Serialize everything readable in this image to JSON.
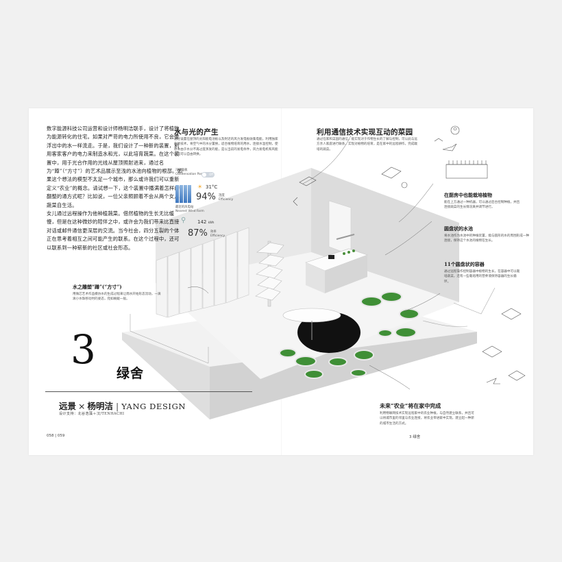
{
  "left_page": {
    "body_paragraphs": [
      "数字能源科技公司运营和设计师杨明洁联手，设计了将植物为能源转化的住宅。如果对严苛的电力所使用不良，它会像浮出中的水一样流走。于是，我们设计了一种新的装置，利用客家客户的电力来制造水和光，以此培育蔬菜。在这个装置中，用于光合作用的光线从屋顶照射进来，通过名为“蹲”（“方寸”）的艺术品展示至浅的水池向植物的根部。如果这个想法的模型不太足一个城市，那么或许我们可以重新定义“农业”的概念。请试想一下，这个装置中播满着怎样的翻整的通方式呢？比如说，一位父亲照顾着不会从两个女儿蔬菜自生活。",
      "女儿通过远程操作为他种植蔬菜。借然植物的生长无比缓慢，但是在这种微妙的陪伴之中，或许会为我们带来比直接对话或邮件通信更深层的交流。当今社会，四分五裂的个体正在思考着相互之间可能产生的联系。在这个过程中，还可以联系到一种崭新的社区或社会形态。"
    ],
    "water_light_title": "水与光的产生",
    "water_light_text": "通过设置在屋顶的太阳能电池板以及附近的风力发电板收集电能，利用独家的新技术，将空气中的水分置换，适合植物培育的用水，连接水温控制，使原本由于水分不再过度蒸发的能，是以当前的发电条件，风力发电机和风能发电可以自由转换。",
    "widget_condensation_label": "冷凝面板",
    "widget_condensation_en": "Condensation Panels",
    "toggle_label": "Off",
    "temperature": "31°C",
    "humidity_value": "94%",
    "humidity_label": "湿度",
    "humidity_en": "Efficiency",
    "wind_label": "最近的风电站",
    "wind_en": "Nearest Wind Farm",
    "power_value": "142",
    "power_unit": "kWh",
    "efficiency_value": "87%",
    "efficiency_label": "效率",
    "efficiency_en": "Efficiency",
    "water_caption_title": "水之雕塑“蹲”(“方寸”)",
    "water_caption_text": "用微芯艺术作品模仿水的生成过程来让雨水开始形态流动，一滴滴小水珠移动时的姿态，宛如蜿蜒一般。",
    "big_number": "3",
    "project_name": "绿舍",
    "credit_client": "远景",
    "credit_cross": "×",
    "credit_designer": "杨明洁",
    "credit_pipe": "|",
    "credit_studio": "YANG DESIGN",
    "design_by": "设计支持：北谷浩藻＋汉/TENHACHI",
    "page_numbers": "058 | 059"
  },
  "right_page": {
    "telecom_title": "利用通信技术实现互动的菜园",
    "telecom_text": "通过在家和菜园的通信，能实现对于作物生长的了解与控制，可以此与远方亲人家庭进行联系，实现对植物的培育，是在家中的远程耕作，完成栽培的蔬菜。",
    "plants_title": "在厨房中也能栽培植物",
    "plants_text": "能在上方通过一种机器，可以通过后台控制种植，并且连接蔬菜的生长情况来并调节进行。",
    "pool_title": "圆盘状的水池",
    "pool_text": "将水池作为水池中的种植装置，能与圆形的水的周围形成一种连接，保持这个水池的植物在生长。",
    "pots_title": "11个圆盘状的容器",
    "pots_text": "通过远程操作控制容器中植物的生长，在容器中可以栽培蔬菜，还有一些栽培用的营养液保持容器的生长循环。",
    "future_title": "未来“农业”将在家中完成",
    "future_text": "利用物联网技术实现远程家中的农业种植，与自然建立联系，并且可以将城市里的邻里与农业连接，将农业带进家中实现，建立起一种新的城市生活的方式。",
    "page_number": "3",
    "page_label": "绿舍"
  },
  "colors": {
    "page_bg": "#f1f1f1",
    "paper": "#ffffff",
    "text": "#222222",
    "plant_green": "#3f8f36",
    "sun_orange": "#f3a726",
    "panel_blue": "#3f78c0"
  }
}
